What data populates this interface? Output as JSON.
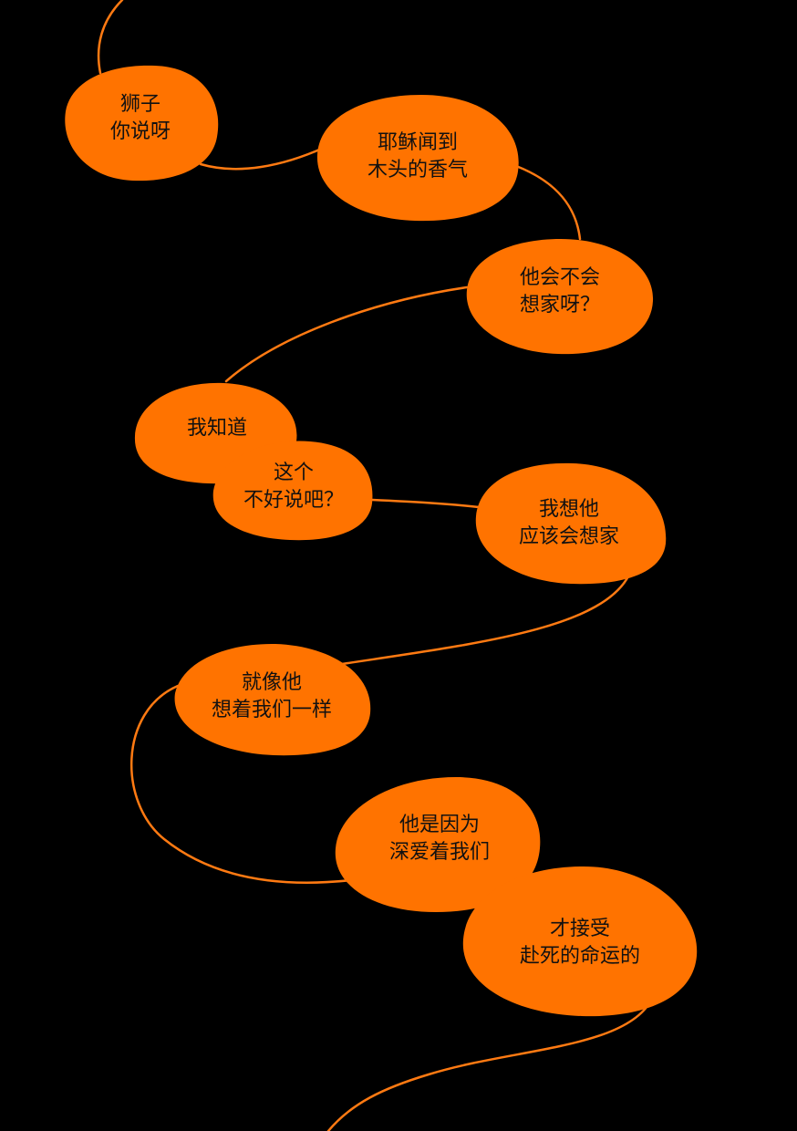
{
  "colors": {
    "background": "#000000",
    "bubble": "#FF7300",
    "thread": "#FF7A12",
    "text": "#111111"
  },
  "bubbles": [
    {
      "lines": [
        "狮子",
        "你说呀"
      ]
    },
    {
      "lines": [
        "耶稣闻到",
        "木头的香气"
      ]
    },
    {
      "lines": [
        "他会不会",
        "想家呀？"
      ]
    },
    {
      "lines": [
        "我知道"
      ]
    },
    {
      "lines": [
        "这个",
        "不好说吧？"
      ]
    },
    {
      "lines": [
        "我想他",
        "应该会想家"
      ]
    },
    {
      "lines": [
        "就像他",
        "想着我们一样"
      ]
    },
    {
      "lines": [
        "他是因为",
        "深爱着我们"
      ]
    },
    {
      "lines": [
        "才接受",
        "赴死的命运的"
      ]
    }
  ]
}
